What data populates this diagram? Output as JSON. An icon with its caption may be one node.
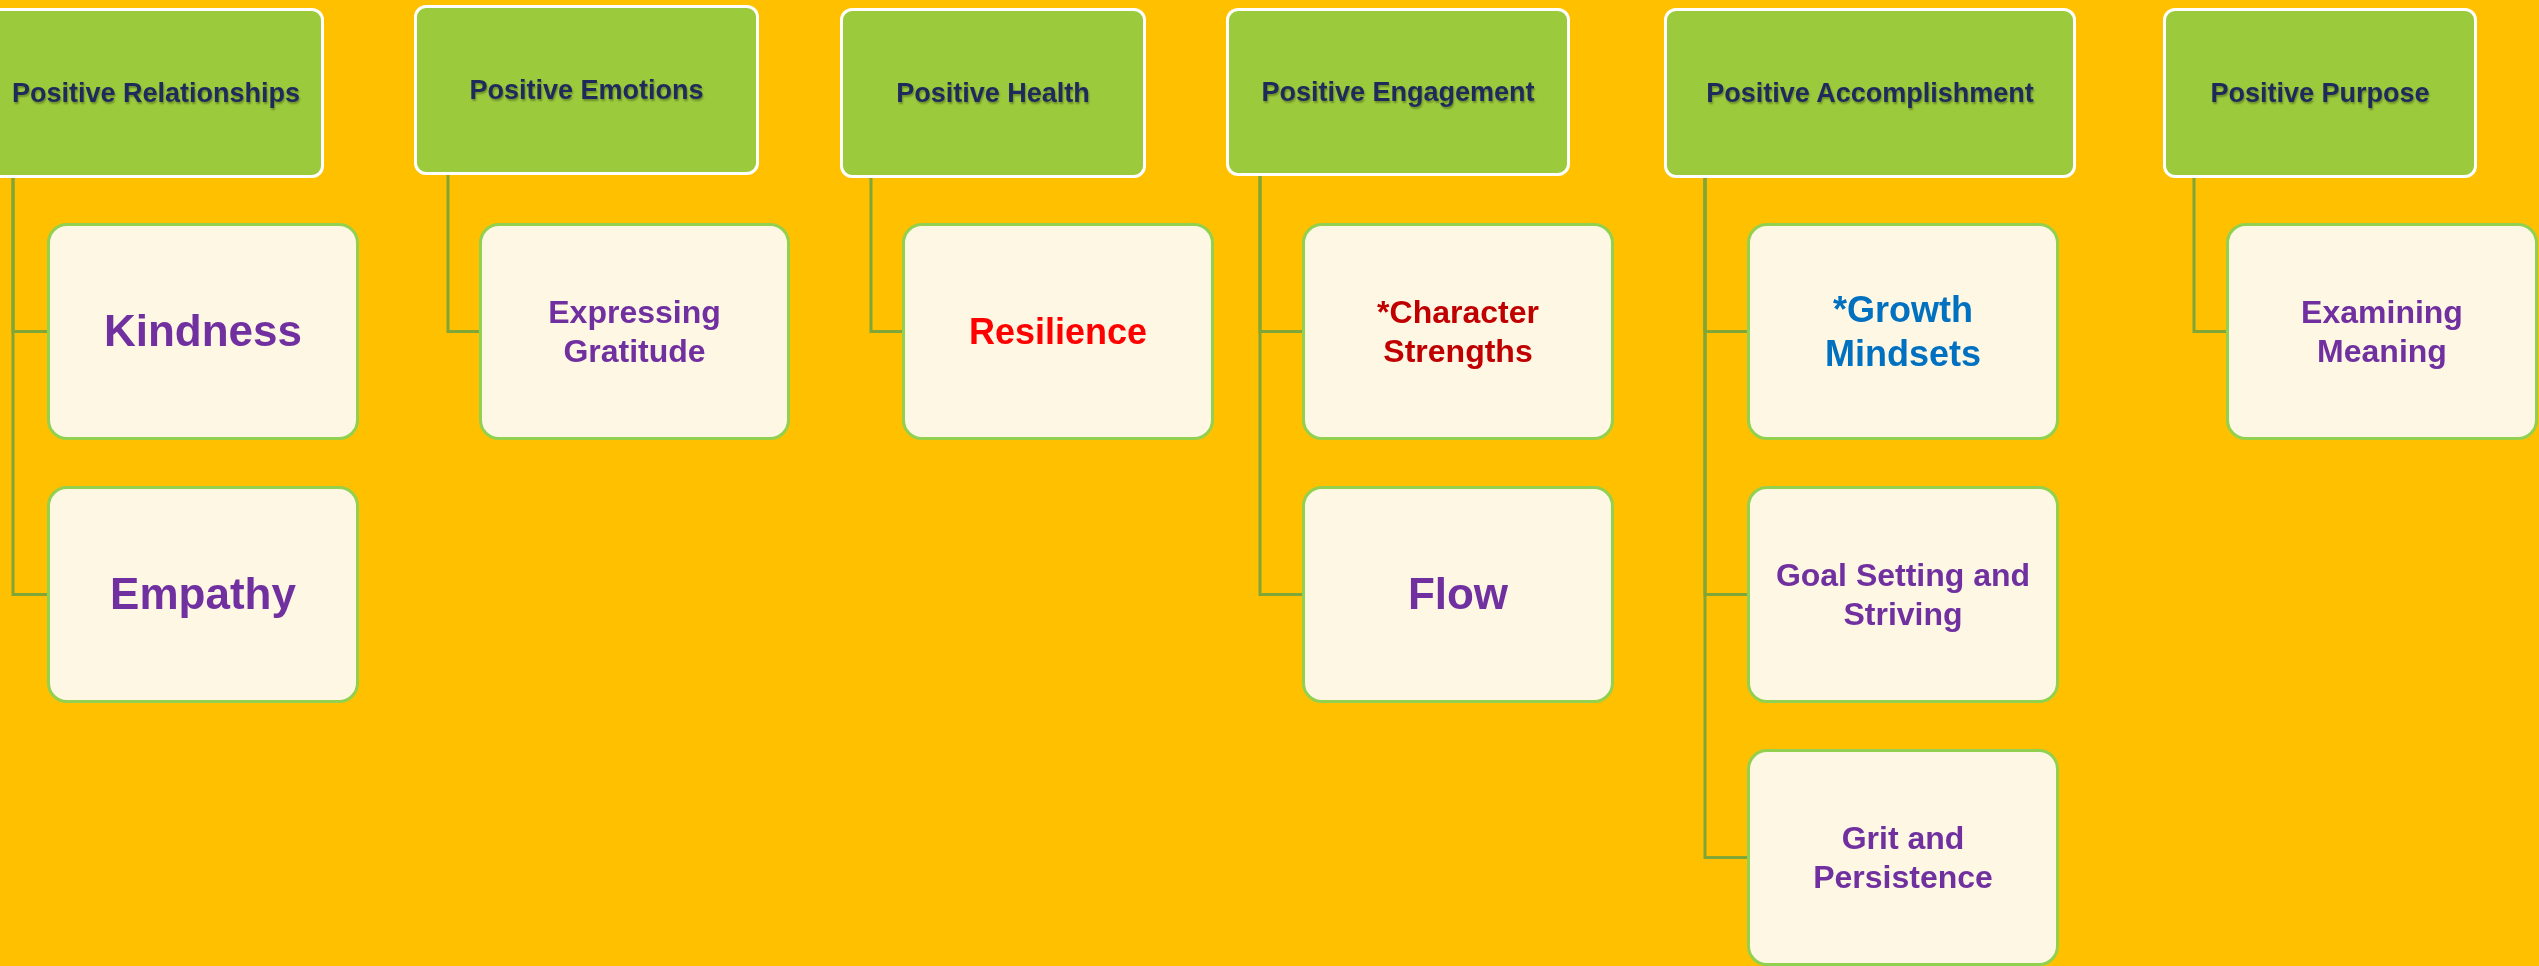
{
  "diagram": {
    "nodes": [
      {
        "text": [
          "Positive Relationships"
        ]
      },
      {
        "text": [
          "Positive Emotions"
        ]
      },
      {
        "text": [
          "Positive Health"
        ]
      },
      {
        "text": [
          "Positive Engagement"
        ]
      },
      {
        "text": [
          "Positive Accomplishment"
        ]
      },
      {
        "text": [
          "Positive Purpose"
        ]
      },
      {
        "text": [
          "Kindness"
        ]
      },
      {
        "text": [
          "Empathy"
        ]
      },
      {
        "text": [
          "Expressing Gratitude"
        ]
      },
      {
        "text": [
          "Resilience"
        ]
      },
      {
        "text": [
          "*Character Strengths"
        ]
      },
      {
        "text": [
          "Flow"
        ]
      },
      {
        "text": [
          "*Growth Mindsets"
        ]
      },
      {
        "text": [
          "Goal Setting and Striving"
        ]
      },
      {
        "text": [
          "Grit and Persistence"
        ]
      },
      {
        "text": [
          "Examining Meaning"
        ]
      }
    ],
    "edges": [
      {
        "from": 0,
        "to": 6,
        "arrow": "none"
      },
      {
        "from": 0,
        "to": 7,
        "arrow": "none"
      },
      {
        "from": 1,
        "to": 8,
        "arrow": "none"
      },
      {
        "from": 2,
        "to": 9,
        "arrow": "none"
      },
      {
        "from": 3,
        "to": 10,
        "arrow": "none"
      },
      {
        "from": 3,
        "to": 11,
        "arrow": "none"
      },
      {
        "from": 4,
        "to": 12,
        "arrow": "none"
      },
      {
        "from": 4,
        "to": 13,
        "arrow": "none"
      },
      {
        "from": 4,
        "to": 14,
        "arrow": "none"
      },
      {
        "from": 5,
        "to": 15,
        "arrow": "none"
      }
    ]
  }
}
